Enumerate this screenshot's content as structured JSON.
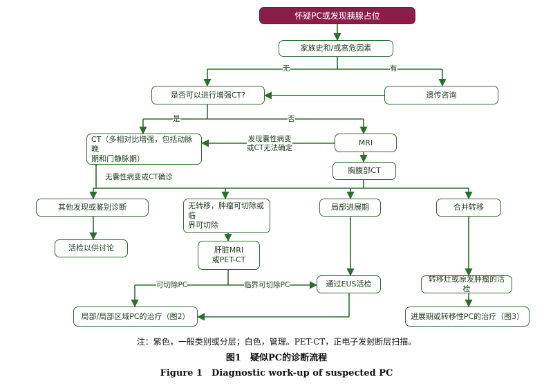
{
  "colors": {
    "line": "#2e6b2e",
    "purple": "#8b1d4b",
    "box_text": "#1f3b1f"
  },
  "nodes": {
    "start": "怀疑PC或发现胰腺占位",
    "family_history": "家族史和/或高危因素",
    "genetic_counseling": "遗传咨询",
    "enhanced_ct_question": "是否可以进行增强CT?",
    "ct_multiphase": "CT（多相对比增强，包括动脉晚\n期和门静脉期）",
    "mri": "MRI",
    "chest_abdomen_ct": "胸腹部CT",
    "other_findings": "其他发现或鉴别诊断",
    "biopsy_discussion": "活检以供讨论",
    "no_metastasis": "无转移，肿瘤可切除或临\n界可切除",
    "liver_mri": "肝脏MRI\n或PET-CT",
    "locally_advanced": "局部进展期",
    "metastatic": "合并转移",
    "eus_biopsy": "通过EUS活检",
    "metastasis_biopsy": "转移灶或原发肿瘤的活检",
    "local_treatment": "局部/局部区域PC的治疗（图2）",
    "advanced_treatment": "进展期或转移性PC的治疗（图3）"
  },
  "edge_labels": {
    "none": "无",
    "yes_has": "有",
    "yes": "是",
    "no": "否",
    "cystic_or_uncertain": "发现囊性病变\n或CT无法确定",
    "no_cystic_ct_confirmed": "无囊性病变或CT确诊",
    "resectable": "可切除PC",
    "borderline_resectable": "临界可切除PC"
  },
  "caption": {
    "note": "注：紫色，一般类别或分层；白色，管理。PET-CT，正电子发射断层扫描。",
    "title_cn": "图1　疑似PC的诊断流程",
    "title_en": "Figure 1　Diagnostic work-up of suspected PC"
  }
}
